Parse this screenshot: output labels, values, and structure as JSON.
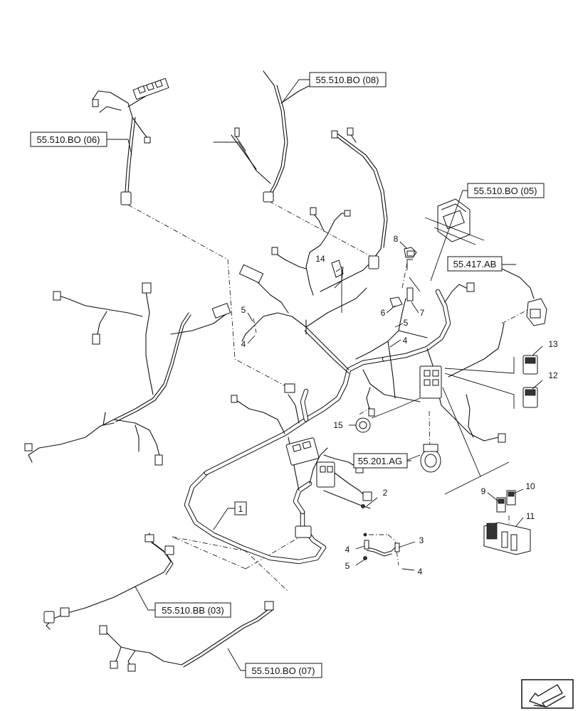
{
  "references": {
    "bo08": "55.510.BO (08)",
    "bo06": "55.510.BO (06)",
    "bo05": "55.510.BO (05)",
    "ab417": "55.417.AB",
    "ag201": "55.201.AG",
    "bb03": "55.510.BB (03)",
    "bo07": "55.510.BO (07)"
  },
  "callouts": {
    "c1": "1",
    "c2": "2",
    "c3": "3",
    "c4a": "4",
    "c4b": "4",
    "c4c": "4",
    "c4d": "4",
    "c5a": "5",
    "c5b": "5",
    "c5c": "5",
    "c6": "6",
    "c7": "7",
    "c8": "8",
    "c9": "9",
    "c10": "10",
    "c11": "11",
    "c12": "12",
    "c13": "13",
    "c14": "14",
    "c15": "15"
  },
  "icons": {
    "corner": "navigation-arrow-icon"
  }
}
